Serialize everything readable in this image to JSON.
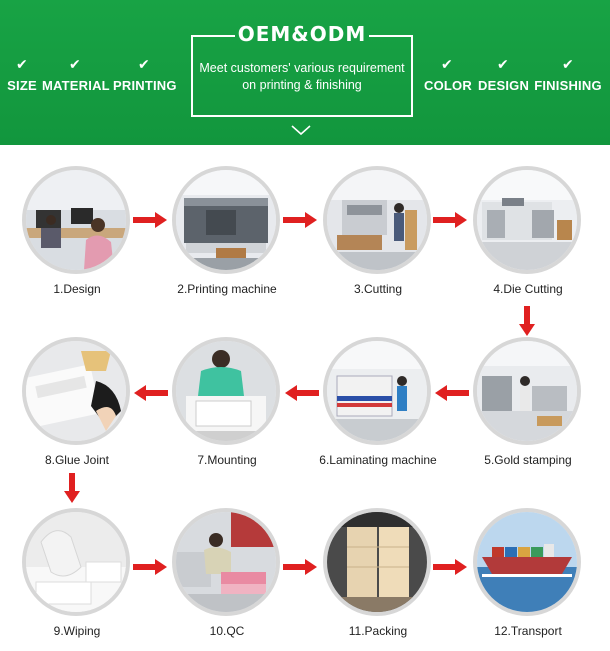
{
  "header": {
    "title": "OEM&ODM",
    "subtitle_line1": "Meet customers' various requirement",
    "subtitle_line2": "on printing & finishing",
    "check_glyph": "✔",
    "left_features": [
      "SIZE",
      "MATERIAL",
      "PRINTING"
    ],
    "right_features": [
      "COLOR",
      "DESIGN",
      "FINISHING"
    ],
    "background_color": "#12963d"
  },
  "process": {
    "arrow_color": "#e02020",
    "steps": [
      {
        "label": "1.Design",
        "icon": "design-office-photo"
      },
      {
        "label": "2.Printing machine",
        "icon": "printing-machine-photo"
      },
      {
        "label": "3.Cutting",
        "icon": "cutting-photo"
      },
      {
        "label": "4.Die Cutting",
        "icon": "die-cutting-photo"
      },
      {
        "label": "5.Gold stamping",
        "icon": "gold-stamping-photo"
      },
      {
        "label": "6.Laminating machine",
        "icon": "laminating-machine-photo"
      },
      {
        "label": "7.Mounting",
        "icon": "mounting-photo"
      },
      {
        "label": "8.Glue Joint",
        "icon": "glue-joint-photo"
      },
      {
        "label": "9.Wiping",
        "icon": "wiping-photo"
      },
      {
        "label": "10.QC",
        "icon": "qc-photo"
      },
      {
        "label": "11.Packing",
        "icon": "packing-photo"
      },
      {
        "label": "12.Transport",
        "icon": "transport-ship-photo"
      }
    ]
  }
}
